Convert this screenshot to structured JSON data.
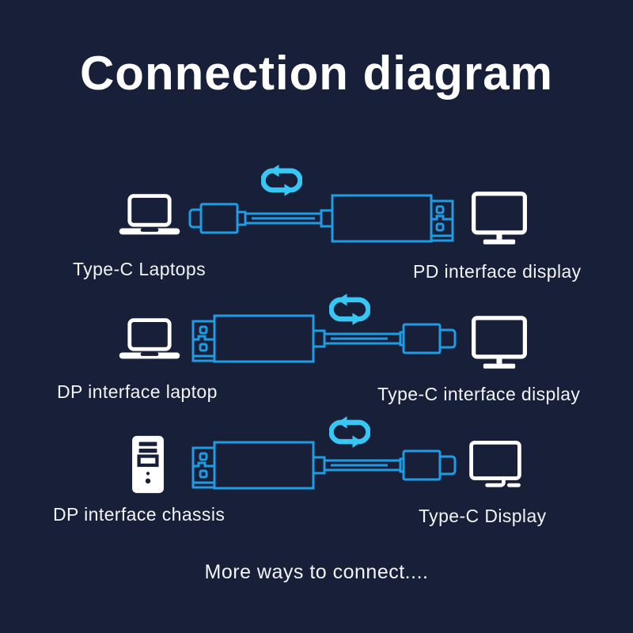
{
  "title": "Connection diagram",
  "footer": "More ways to connect....",
  "colors": {
    "background": "#181f38",
    "cable": "#1e9de4",
    "sync_arrows": "#38c6f4",
    "device_icons": "#ffffff",
    "text": "#f2f4f8"
  },
  "rows": [
    {
      "source_label": "Type-C Laptops",
      "source_icon": "laptop-icon",
      "cable": "type-c-to-dp-cable",
      "target_label": "PD interface display",
      "target_icon": "monitor-icon"
    },
    {
      "source_label": "DP interface laptop",
      "source_icon": "laptop-icon",
      "cable": "dp-to-type-c-cable",
      "target_label": "Type-C interface display",
      "target_icon": "monitor-icon"
    },
    {
      "source_label": "DP interface chassis",
      "source_icon": "tower-pc-icon",
      "cable": "dp-to-type-c-cable",
      "target_label": "Type-C Display",
      "target_icon": "monitor-icon"
    }
  ]
}
